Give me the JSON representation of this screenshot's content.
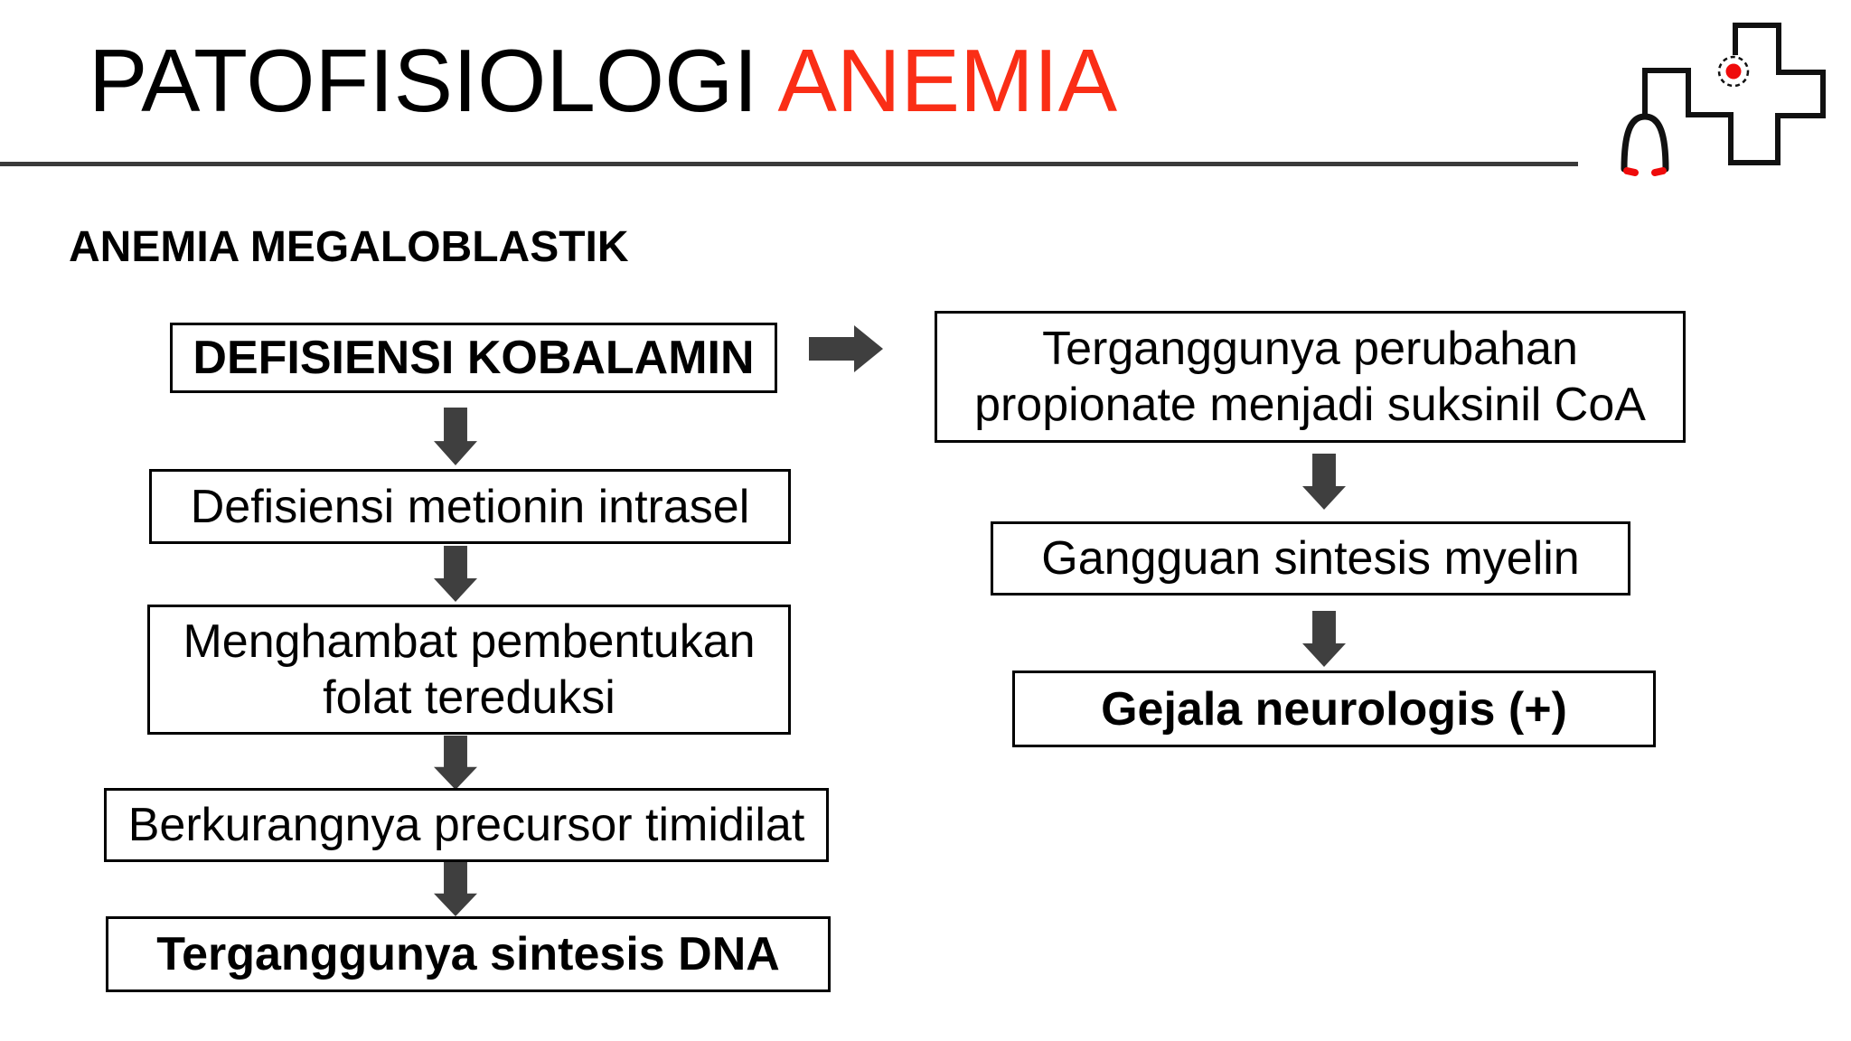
{
  "slide": {
    "title": {
      "part_black": "PATOFISIOLOGI",
      "part_red": "ANEMIA"
    },
    "section_heading": "ANEMIA MEGALOBLASTIK"
  },
  "colors": {
    "title_red": "#fa2e16",
    "arrow_gray": "#3f3f3f",
    "divider_gray": "#3a3a3a",
    "box_border": "#000000",
    "logo_red": "#ef0b0b"
  },
  "logo": {
    "name": "medical-cross-with-stethoscope"
  },
  "flowchart": {
    "left_branch": {
      "steps": [
        {
          "lines": [
            "DEFISIENSI KOBALAMIN"
          ],
          "bold": true
        },
        {
          "lines": [
            "Defisiensi metionin intrasel"
          ],
          "bold": false
        },
        {
          "lines": [
            "Menghambat pembentukan",
            "folat tereduksi"
          ],
          "bold": false
        },
        {
          "lines": [
            "Berkurangnya precursor timidilat"
          ],
          "bold": false
        },
        {
          "lines": [
            "Terganggunya sintesis DNA"
          ],
          "bold": true
        }
      ]
    },
    "right_branch": {
      "steps": [
        {
          "lines": [
            "Terganggunya perubahan",
            "propionate menjadi suksinil CoA"
          ],
          "bold": false
        },
        {
          "lines": [
            "Gangguan sintesis myelin"
          ],
          "bold": false
        },
        {
          "lines": [
            "Gejala neurologis (+)"
          ],
          "bold": true
        }
      ]
    }
  }
}
